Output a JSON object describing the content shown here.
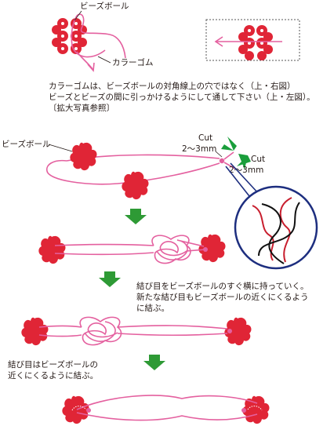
{
  "labels": {
    "bead_ball_top": "ビーズボール",
    "rubber_cord": "カラーゴム",
    "instruction_line1": "カラーゴムは、ビーズボールの対角線上の穴ではなく（上・右図）",
    "instruction_line2": "ビーズとビーズの間に引っかけるようにして通して下さい（上・左図）。",
    "instruction_line3": "〔拡大写真参照〕",
    "bead_ball_mid": "ビーズボール",
    "cut_1": "Cut",
    "length_1": "2～3mm",
    "cut_2": "Cut",
    "length_2": "2～3mm",
    "step2_line1": "結び目をビーズボールのすぐ横に持っていく。",
    "step2_line2": "新たな結び目もビーズボールの近くにくるよう",
    "step2_line3": "に結ぶ。",
    "step3_line1": "結び目はビーズボールの",
    "step3_line2": "近くにくるように結ぶ。"
  },
  "colors": {
    "bead": "#e02536",
    "bead_hole": "#ffffff",
    "cord": "#e4609f",
    "arrow": "#2e9a35",
    "scissors": "#1a9e3b",
    "zoom_ring": "#1d2e7f",
    "zoom_cord_black": "#111111",
    "zoom_cord_red": "#c81e2e",
    "dashed_box": "#555555"
  }
}
